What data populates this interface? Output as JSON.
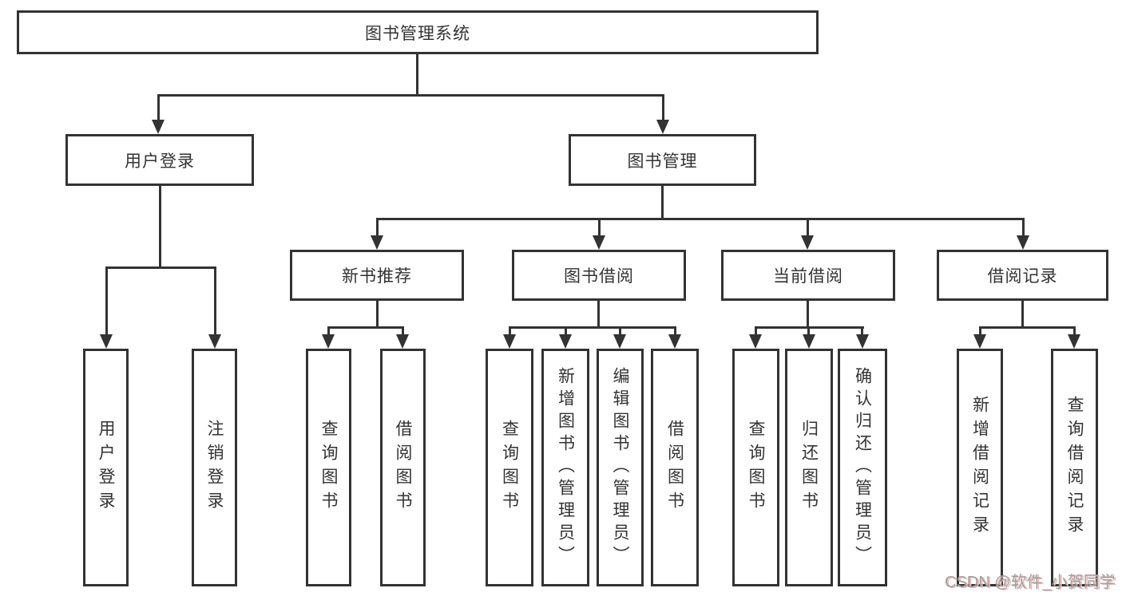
{
  "diagram": {
    "root": "图书管理系统",
    "level2": {
      "user_login": "用户登录",
      "book_management": "图书管理"
    },
    "level3": {
      "new_book": "新书推荐",
      "book_borrow": "图书借阅",
      "current_borrow": "当前借阅",
      "borrow_record": "借阅记录"
    },
    "leaves": {
      "user_login": "用户登录",
      "logout": "注销登录",
      "recommend_query": "查询图书",
      "recommend_borrow": "借阅图书",
      "borrow_query": "查询图书",
      "borrow_add": "新增图书（管理员）",
      "borrow_edit": "编辑图书（管理员）",
      "borrow_do": "借阅图书",
      "current_query": "查询图书",
      "current_return": "归还图书",
      "current_confirm": "确认归还（管理员）",
      "record_add": "新增借阅记录",
      "record_query": "查询借阅记录"
    },
    "line_color": "#333333"
  },
  "watermark": "CSDN @软件_小贺同学"
}
